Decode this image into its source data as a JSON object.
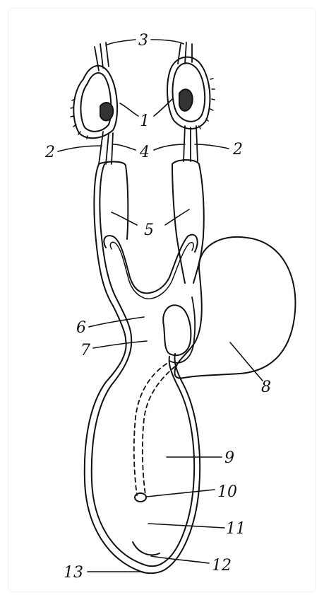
{
  "diagram": {
    "labels": {
      "n1": "1",
      "n2_left": "2",
      "n2_right": "2",
      "n3": "3",
      "n4": "4",
      "n5": "5",
      "n6": "6",
      "n7": "7",
      "n8": "8",
      "n9": "9",
      "n10": "10",
      "n11": "11",
      "n12": "12",
      "n13": "13"
    },
    "colors": {
      "ink": "#111111",
      "background": "#ffffff"
    }
  }
}
